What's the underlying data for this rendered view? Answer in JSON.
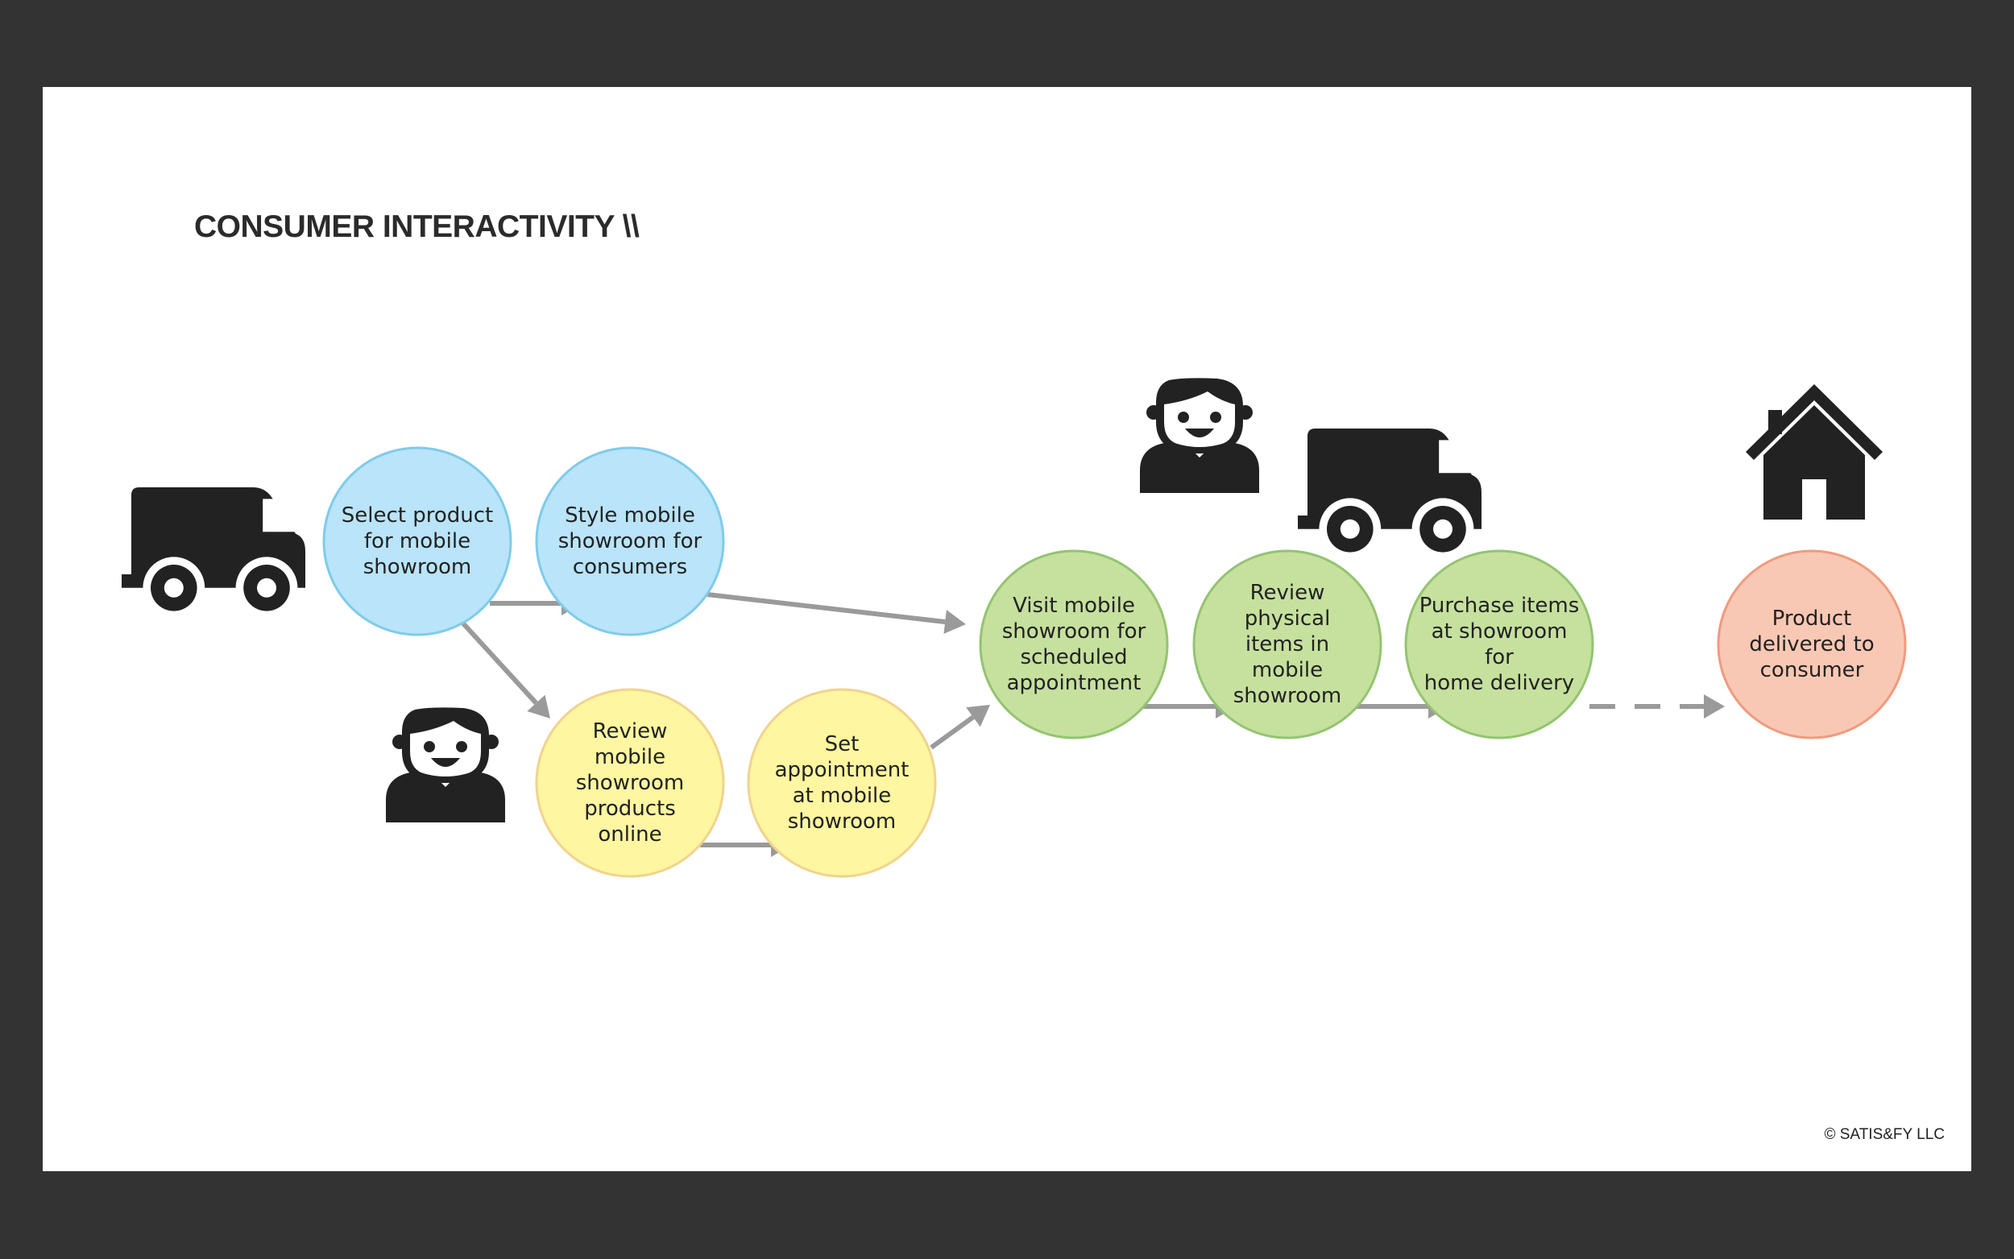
{
  "title": "CONSUMER INTERACTIVITY \\\\",
  "copyright": "©  SATIS&FY LLC",
  "colors": {
    "background": "#333333",
    "slide": "#ffffff",
    "blue_fill": "#b9e4f9",
    "blue_stroke": "#7fcbea",
    "yellow_fill": "#fef6a0",
    "yellow_stroke": "#f1d38e",
    "green_fill": "#c6e09e",
    "green_stroke": "#93c470",
    "salmon_fill": "#f9c8b4",
    "salmon_stroke": "#ef9b7e",
    "arrow": "#9a9a9a",
    "icon": "#222222"
  },
  "icons": [
    "van-icon",
    "person-icon",
    "person-icon",
    "van-icon",
    "house-icon"
  ],
  "nodes": [
    {
      "id": "select-product",
      "label": "Select product\nfor mobile\nshowroom",
      "color": "blue"
    },
    {
      "id": "style-showroom",
      "label": "Style mobile\nshowroom for\nconsumers",
      "color": "blue"
    },
    {
      "id": "review-online",
      "label": "Review\nmobile showroom\nproducts online",
      "color": "yellow"
    },
    {
      "id": "set-appointment",
      "label": "Set appointment\nat mobile\nshowroom",
      "color": "yellow"
    },
    {
      "id": "visit-showroom",
      "label": "Visit mobile\nshowroom for\nscheduled\nappointment",
      "color": "green"
    },
    {
      "id": "review-physical",
      "label": "Review physical\nitems in mobile\nshowroom",
      "color": "green"
    },
    {
      "id": "purchase-items",
      "label": "Purchase items\nat showroom for\nhome delivery",
      "color": "green"
    },
    {
      "id": "product-delivered",
      "label": "Product\ndelivered to\nconsumer",
      "color": "salmon"
    }
  ],
  "edges": [
    {
      "from": "select-product",
      "to": "style-showroom",
      "style": "solid"
    },
    {
      "from": "select-product",
      "to": "review-online",
      "style": "solid"
    },
    {
      "from": "style-showroom",
      "to": "visit-showroom",
      "style": "solid"
    },
    {
      "from": "review-online",
      "to": "set-appointment",
      "style": "solid"
    },
    {
      "from": "set-appointment",
      "to": "visit-showroom",
      "style": "solid"
    },
    {
      "from": "visit-showroom",
      "to": "review-physical",
      "style": "solid"
    },
    {
      "from": "review-physical",
      "to": "purchase-items",
      "style": "solid"
    },
    {
      "from": "purchase-items",
      "to": "product-delivered",
      "style": "dashed"
    }
  ]
}
